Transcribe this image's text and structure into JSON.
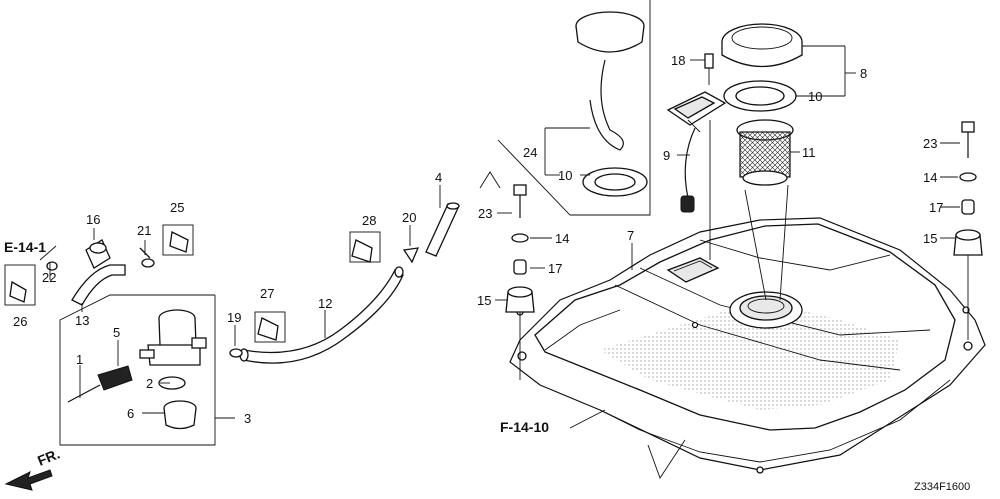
{
  "diagram": {
    "callouts": [
      "1",
      "2",
      "3",
      "4",
      "5",
      "6",
      "7",
      "8",
      "9",
      "10",
      "10",
      "11",
      "12",
      "13",
      "14",
      "14",
      "15",
      "15",
      "16",
      "17",
      "17",
      "18",
      "19",
      "20",
      "21",
      "22",
      "23",
      "23",
      "24",
      "25",
      "26",
      "27",
      "28"
    ],
    "refs": [
      "E-14-1",
      "F-14-10"
    ],
    "direction_label": "FR.",
    "code": "Z334F1600"
  }
}
